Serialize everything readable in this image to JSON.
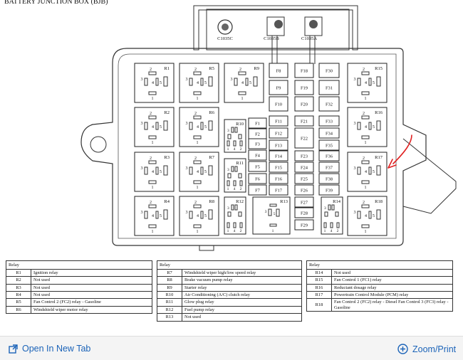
{
  "header_text": "BATTERY JUNCTION BOX (BJB)",
  "connectors": [
    "C1035C",
    "C1035B",
    "C1035A"
  ],
  "relay_pins": [
    "1",
    "2",
    "3",
    "4",
    "5"
  ],
  "relay_boxes": [
    "R1",
    "R2",
    "R3",
    "R4",
    "R5",
    "R6",
    "R7",
    "R8",
    "R9",
    "R15",
    "R16",
    "R17",
    "R18"
  ],
  "mini_relays": [
    "R10",
    "R11",
    "R12",
    "R13",
    "R14"
  ],
  "fuses": {
    "col_f_left": [
      "F1",
      "F2",
      "F3",
      "F4",
      "F5",
      "F6",
      "F7"
    ],
    "col_f_mid": [
      "F8",
      "F9",
      "F10",
      "F11",
      "F12",
      "F13",
      "F14",
      "F15",
      "F16",
      "F17"
    ],
    "col_f_center": [
      "F18",
      "F19",
      "F20",
      "F21",
      "F22",
      "F23",
      "F24",
      "F25",
      "F26",
      "F27",
      "F28",
      "F29"
    ],
    "col_f_right": [
      "F30",
      "F31",
      "F32",
      "F33",
      "F34",
      "F35",
      "F36",
      "F37",
      "F38",
      "F39"
    ]
  },
  "tables": [
    {
      "title": "Relay",
      "rows": [
        {
          "id": "R1",
          "desc": "Ignition relay"
        },
        {
          "id": "R2",
          "desc": "Not used"
        },
        {
          "id": "R3",
          "desc": "Not used"
        },
        {
          "id": "R4",
          "desc": "Not used"
        },
        {
          "id": "R5",
          "desc": "Fan Control 2 (FC2) relay - Gasoline"
        },
        {
          "id": "R6",
          "desc": "Windshield wiper motor relay"
        }
      ]
    },
    {
      "title": "Relay",
      "rows": [
        {
          "id": "R7",
          "desc": "Windshield wiper high/low speed relay"
        },
        {
          "id": "R8",
          "desc": "Brake vacuum pump relay"
        },
        {
          "id": "R9",
          "desc": "Starter relay"
        },
        {
          "id": "R10",
          "desc": "Air Conditioning (A/C) clutch relay"
        },
        {
          "id": "R11",
          "desc": "Glow plug relay"
        },
        {
          "id": "R12",
          "desc": "Fuel pump relay"
        },
        {
          "id": "R13",
          "desc": "Not used"
        }
      ]
    },
    {
      "title": "Relay",
      "rows": [
        {
          "id": "R14",
          "desc": "Not used"
        },
        {
          "id": "R15",
          "desc": "Fan Control 1 (FC1) relay"
        },
        {
          "id": "R16",
          "desc": "Reductant dosage relay"
        },
        {
          "id": "R17",
          "desc": "Powertrain Control Module (PCM) relay"
        },
        {
          "id": "R18",
          "desc": "Fan Control 2 (FC2) relay - Diesel Fan Control 3 (FC3) relay - Gasoline"
        }
      ]
    }
  ],
  "footer": {
    "open_tab_label": "Open In New Tab",
    "zoom_label": "Zoom/Print"
  },
  "colors": {
    "link": "#1b63b8",
    "annotation": "#e02020"
  }
}
